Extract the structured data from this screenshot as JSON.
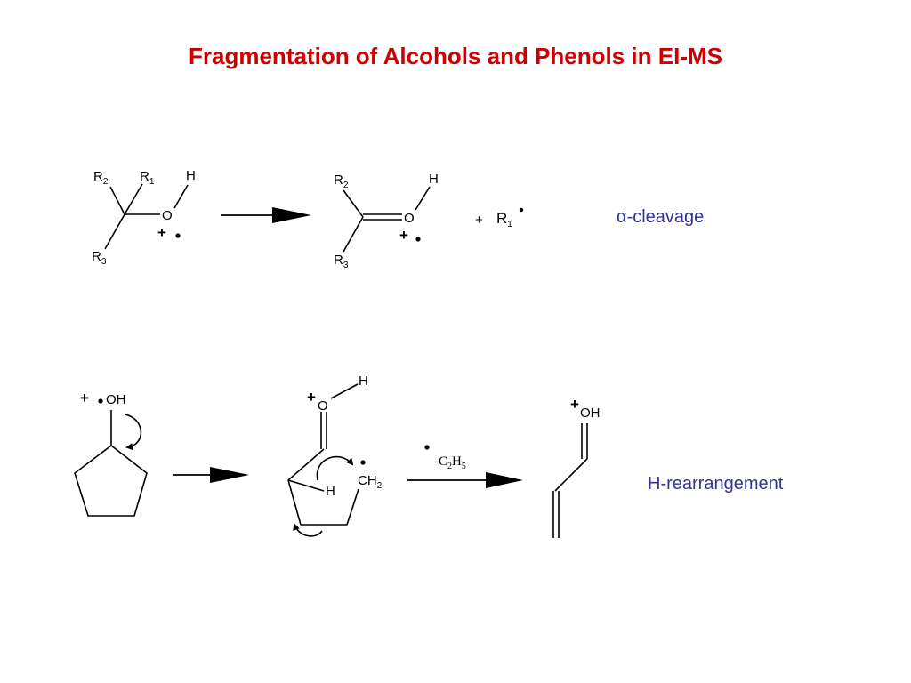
{
  "slide": {
    "title": "Fragmentation of Alcohols and Phenols in EI-MS",
    "title_color": "#CC0000",
    "caption_color": "#333399"
  },
  "alpha": {
    "reactant": {
      "r1": "R",
      "r1_sub": "1",
      "r2": "R",
      "r2_sub": "2",
      "r3": "R",
      "r3_sub": "3",
      "o": "O",
      "h": "H",
      "charge": "+"
    },
    "product": {
      "r2": "R",
      "r2_sub": "2",
      "r3": "R",
      "r3_sub": "3",
      "o": "O",
      "h": "H",
      "charge": "+"
    },
    "plus": "+",
    "radical": "R",
    "radical_sub": "1",
    "caption": "α-cleavage"
  },
  "hrearr": {
    "reactant": {
      "charge": "+",
      "oh": "OH"
    },
    "intermediate": {
      "charge": "+",
      "o": "O",
      "h_top": "H",
      "ch": "CH",
      "ch_sub": "2",
      "h_ring": "H"
    },
    "loss": {
      "prefix": "-C",
      "sub1": "2",
      "mid": "H",
      "sub2": "5"
    },
    "product": {
      "charge": "+",
      "oh": "OH"
    },
    "caption": "H-rearrangement"
  }
}
